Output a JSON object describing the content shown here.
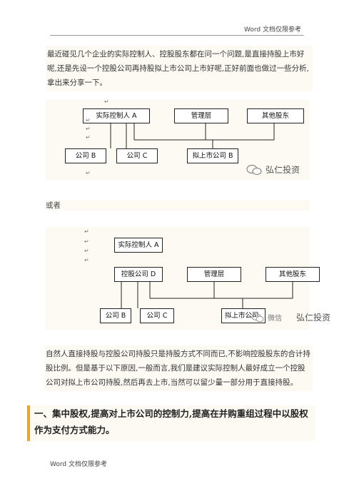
{
  "header": {
    "text": "Word 文档仅限参考"
  },
  "intro_paragraph": "最近碰见几个企业的实际控制人、控股股东都在问一个问题,是直接持股上市好呢,还是先设一个控股公司再持股拟上市公司上市好呢,正好前面也做过一些分析,拿出来分享一下。",
  "diagram1": {
    "top_row": [
      "实际控制人 A",
      "管理层",
      "其他股东"
    ],
    "bottom_row": [
      "公司 B",
      "公司 C",
      "拟上市公司 B"
    ],
    "watermark": "弘仁投资"
  },
  "or_text": "或者",
  "diagram2": {
    "top": "实际控制人 A",
    "middle_row": [
      "控股公司 D",
      "管理层",
      "其他股东"
    ],
    "bottom_row": [
      "公司 B",
      "公司 C",
      "拟上市公司"
    ],
    "watermark_small": "微信",
    "watermark": "弘仁投资"
  },
  "paragraph2": "自然人直接持股与控股公司持股只是持股方式不同而已,不影响控股股东的合计持股比例。但是基于以下原因,一般而言,我们是建议实际控制人最好成立一个控股公司对拟上市公司持股,然后再去上市,当然可以留少量一部分用于直接持股。",
  "heading": "一、集中股权,提高对上市公司的控制力,提高在并购重组过程中以股权作为支付方式能力。",
  "footer": {
    "text": "Word 文档仅限参考"
  },
  "paragraph_mark": "↵"
}
